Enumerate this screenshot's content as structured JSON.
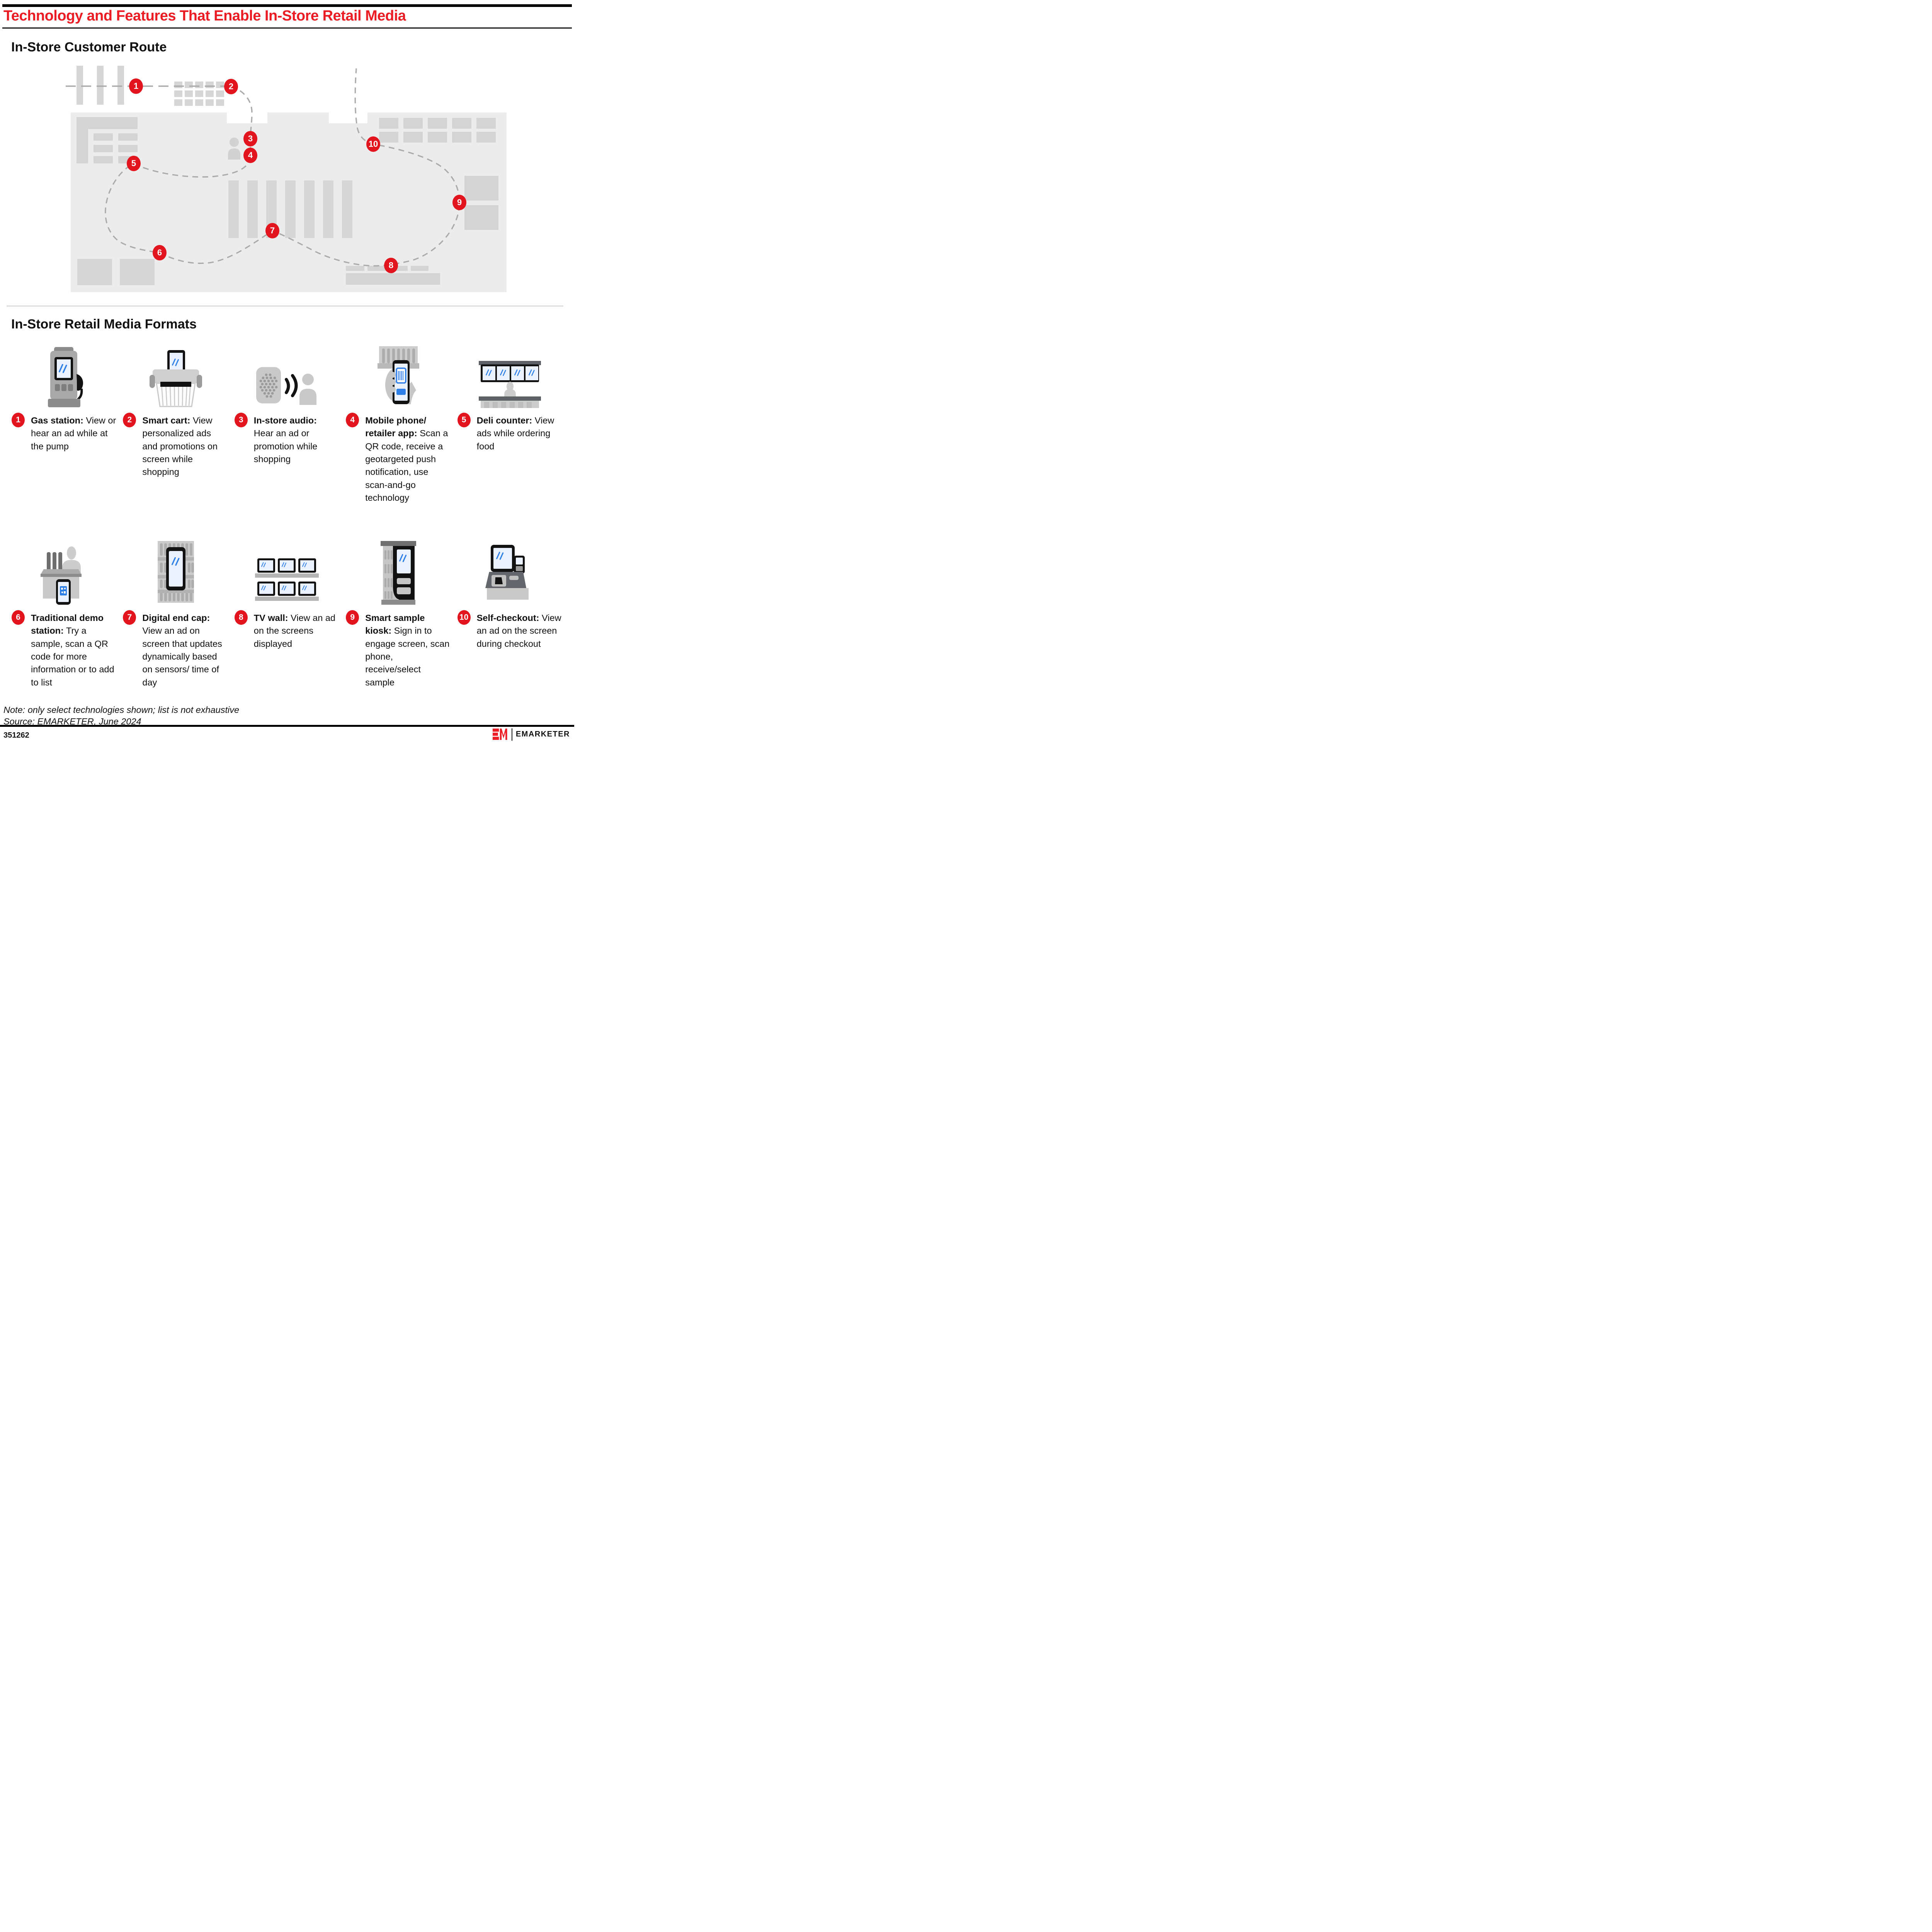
{
  "header": {
    "title": "Technology and Features That Enable In-Store Retail Media"
  },
  "route_section": {
    "heading": "In-Store Customer Route",
    "markers": [
      {
        "label": "1"
      },
      {
        "label": "2"
      },
      {
        "label": "3"
      },
      {
        "label": "4"
      },
      {
        "label": "5"
      },
      {
        "label": "6"
      },
      {
        "label": "7"
      },
      {
        "label": "8"
      },
      {
        "label": "9"
      },
      {
        "label": "10"
      }
    ]
  },
  "formats_section": {
    "heading": "In-Store Retail Media Formats",
    "items": [
      {
        "number": "1",
        "icon": "gas-pump-icon",
        "title": "Gas station:",
        "description": "View or hear an ad while at the pump"
      },
      {
        "number": "2",
        "icon": "smart-cart-icon",
        "title": "Smart cart:",
        "description": "View personalized ads and promotions on screen while shopping"
      },
      {
        "number": "3",
        "icon": "in-store-audio-icon",
        "title": "In-store audio:",
        "description": "Hear an ad or promotion while shopping"
      },
      {
        "number": "4",
        "icon": "mobile-phone-icon",
        "title": "Mobile phone/ retailer app:",
        "description": "Scan a QR code, receive a geotargeted push notification, use scan-and-go technology"
      },
      {
        "number": "5",
        "icon": "deli-counter-icon",
        "title": "Deli counter:",
        "description": "View ads while ordering food"
      },
      {
        "number": "6",
        "icon": "demo-station-icon",
        "title": "Traditional demo station:",
        "description": "Try a sample, scan a QR code for more information or to add to list"
      },
      {
        "number": "7",
        "icon": "digital-end-cap-icon",
        "title": "Digital end cap:",
        "description": "View an ad on screen that updates dynamically based on sensors/ time of day"
      },
      {
        "number": "8",
        "icon": "tv-wall-icon",
        "title": "TV wall:",
        "description": "View an ad on the screens displayed"
      },
      {
        "number": "9",
        "icon": "sample-kiosk-icon",
        "title": "Smart sample kiosk:",
        "description": "Sign in to engage screen, scan phone, receive/select sample"
      },
      {
        "number": "10",
        "icon": "self-checkout-icon",
        "title": "Self-checkout:",
        "description": "View an ad on the screen during checkout"
      }
    ]
  },
  "footer": {
    "note": "Note: only select technologies shown; list is not exhaustive",
    "source": "Source: EMARKETER, June 2024",
    "chart_id": "351262",
    "brand": "EMARKETER"
  },
  "colors": {
    "title_red": "#EC1C24",
    "marker_red": "#E2141E",
    "store_gray": "#ECECEC",
    "shape_gray": "#D4D4D4",
    "screen_blue": "#E9F2FE",
    "icon_blue": "#2E7FE8"
  }
}
